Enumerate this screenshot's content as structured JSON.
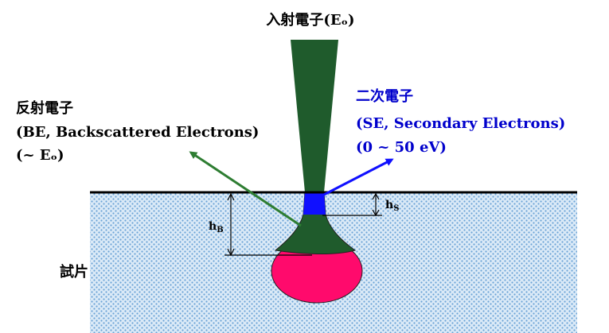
{
  "labels": {
    "incident": "入射電子(Eₒ)",
    "be_title": "反射電子",
    "be_name": "(BE, Backscattered Electrons)",
    "be_energy": "(~ Eₒ)",
    "se_title": "二次電子",
    "se_name": "(SE, Secondary Electrons)",
    "se_energy": "(0 ~ 50 eV)",
    "specimen": "試片",
    "hb": "h",
    "hb_sub": "B",
    "hs": "h",
    "hs_sub": "S"
  },
  "colors": {
    "beam": "#1f5b2c",
    "se_region": "#1010ff",
    "be_region": "#ff0a6c",
    "se_text": "#0000cc",
    "be_arrow": "#2e7d32",
    "specimen_fill": "#dbeaf7",
    "specimen_dots": "#6aa3d6"
  }
}
